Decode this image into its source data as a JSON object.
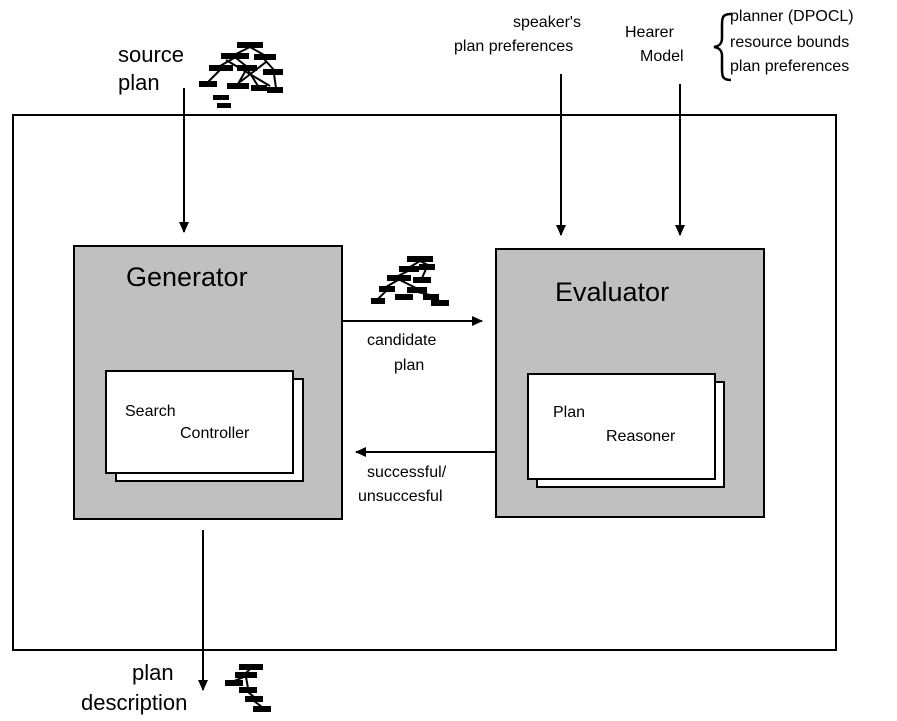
{
  "labels": {
    "source_plan": [
      "source",
      "plan"
    ],
    "speaker_prefs": [
      "speaker's",
      "plan preferences"
    ],
    "hearer_model": [
      "Hearer",
      "Model"
    ],
    "hearer_items": [
      "planner (DPOCL)",
      "resource bounds",
      "plan preferences"
    ],
    "plan_description": [
      "plan",
      "description"
    ],
    "candidate_plan": [
      "candidate",
      "plan"
    ],
    "result": [
      "successful/",
      "unsuccesful"
    ]
  },
  "generator": {
    "title": "Generator",
    "inner": [
      "Search",
      "Controller"
    ]
  },
  "evaluator": {
    "title": "Evaluator",
    "inner": [
      "Plan",
      "Reasoner"
    ]
  },
  "colors": {
    "box_fill": "#c0c0c0",
    "line": "#000000"
  }
}
